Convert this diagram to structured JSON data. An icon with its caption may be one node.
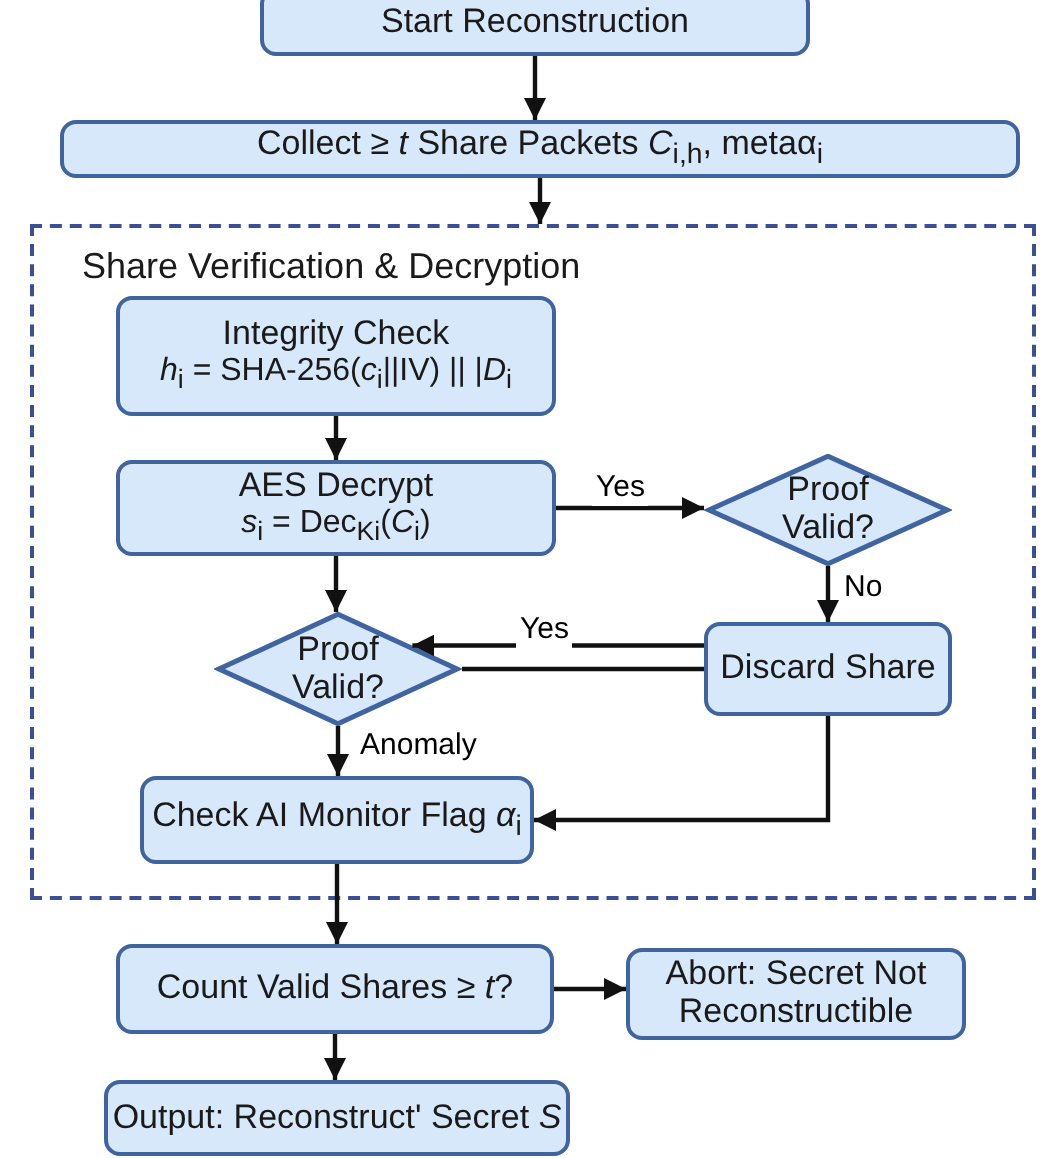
{
  "diagram": {
    "nodes": [
      {
        "text": [
          "Start Reconstruction"
        ]
      },
      {
        "text": [
          "Collect ≥ *t* Share Packets *C*$_{i,h}$, metaα$_{i}$"
        ]
      },
      {
        "text": [
          "Share Verification & Decryption"
        ]
      },
      {
        "text": [
          "Integrity Check",
          "*h*$_{i}$ = SHA-256(*c*$_{i}$||IV) || |*D*$_{i}$"
        ],
        "in": 2
      },
      {
        "text": [
          "AES Decrypt",
          "*s*$_{i}$ = Dec$_{Ki}$(*C*$_{i}$)"
        ],
        "in": 2
      },
      {
        "text": [
          "Proof Valid?"
        ],
        "in": 2
      },
      {
        "text": [
          "Discard Share"
        ],
        "in": 2
      },
      {
        "text": [
          "Proof Valid?"
        ],
        "in": 2
      },
      {
        "text": [
          "Check AI Monitor Flag *α*$_{i}$"
        ],
        "in": 2
      },
      {
        "text": [
          "Count Valid Shares ≥ *t*?"
        ]
      },
      {
        "text": [
          "Abort: Secret Not Reconstructible"
        ]
      },
      {
        "text": [
          "Output: Reconstruct' Secret *S*"
        ]
      }
    ],
    "edges": [
      {
        "from": 0,
        "to": 1,
        "arrow": "to"
      },
      {
        "from": 1,
        "to": 2,
        "arrow": "to"
      },
      {
        "from": 3,
        "to": 4,
        "arrow": "to"
      },
      {
        "from": 4,
        "to": 5,
        "arrow": "to",
        "label": "Yes"
      },
      {
        "from": 5,
        "to": 6,
        "arrow": "to",
        "label": "No"
      },
      {
        "from": 4,
        "to": 7,
        "arrow": "to"
      },
      {
        "from": 6,
        "to": 7,
        "arrow": "to",
        "label": "Yes"
      },
      {
        "from": 7,
        "to": 6,
        "arrow": "none"
      },
      {
        "from": 7,
        "to": 8,
        "arrow": "to",
        "label": "Anomaly"
      },
      {
        "from": 6,
        "to": 8,
        "arrow": "to"
      },
      {
        "from": 8,
        "to": 9,
        "arrow": "to"
      },
      {
        "from": 9,
        "to": 10,
        "arrow": "to"
      },
      {
        "from": 9,
        "to": 11,
        "arrow": "to"
      }
    ]
  }
}
